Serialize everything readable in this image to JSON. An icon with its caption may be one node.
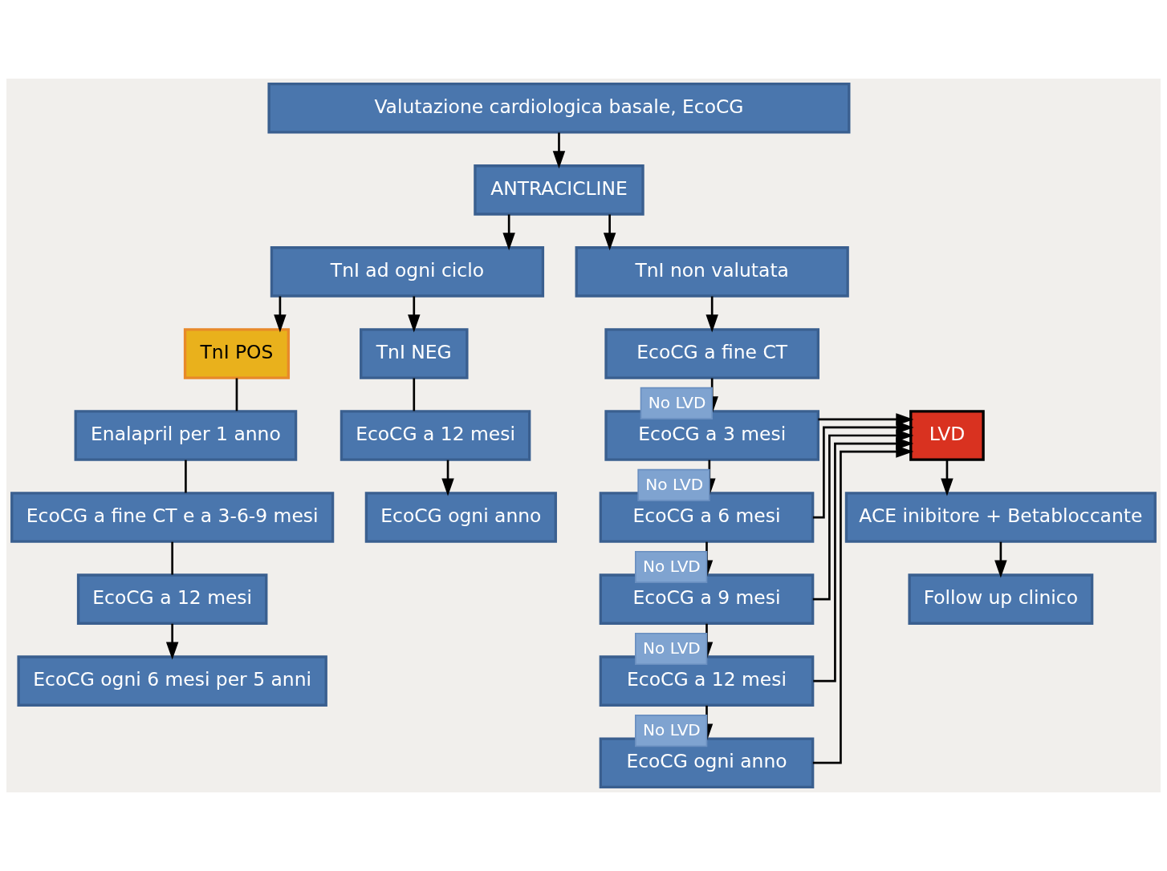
{
  "diagram": {
    "nodes": [
      {
        "text": [
          "Valutazione cardiologica basale, EcoCG"
        ]
      },
      {
        "text": [
          "ANTRACICLINE"
        ]
      },
      {
        "text": [
          "TnI ad ogni ciclo"
        ]
      },
      {
        "text": [
          "TnI non valutata"
        ]
      },
      {
        "text": [
          "TnI POS"
        ]
      },
      {
        "text": [
          "TnI NEG"
        ]
      },
      {
        "text": [
          "Enalapril per 1 anno"
        ]
      },
      {
        "text": [
          "EcoCG a fine CT e a 3-6-9 mesi"
        ]
      },
      {
        "text": [
          "EcoCG a 12 mesi"
        ]
      },
      {
        "text": [
          "EcoCG ogni 6 mesi per 5 anni"
        ]
      },
      {
        "text": [
          "EcoCG a 12 mesi"
        ]
      },
      {
        "text": [
          "EcoCG ogni anno"
        ]
      },
      {
        "text": [
          "EcoCG a fine CT"
        ]
      },
      {
        "text": [
          "LVD"
        ]
      },
      {
        "text": [
          "EcoCG a 3 mesi"
        ]
      },
      {
        "text": [
          "EcoCG a 6 mesi"
        ]
      },
      {
        "text": [
          "EcoCG a 9 mesi"
        ]
      },
      {
        "text": [
          "EcoCG a 12 mesi"
        ]
      },
      {
        "text": [
          "EcoCG ogni anno"
        ]
      },
      {
        "text": [
          "ACE inibitore + Betabloccante"
        ]
      },
      {
        "text": [
          "Follow up clinico"
        ]
      }
    ],
    "edges": [
      {
        "from": 0,
        "to": 1,
        "arrow": "to"
      },
      {
        "from": 1,
        "to": 2,
        "arrow": "to"
      },
      {
        "from": 1,
        "to": 3,
        "arrow": "to"
      },
      {
        "from": 2,
        "to": 4,
        "arrow": "to"
      },
      {
        "from": 2,
        "to": 5,
        "arrow": "to"
      },
      {
        "from": 4,
        "to": 6,
        "arrow": "none"
      },
      {
        "from": 6,
        "to": 7,
        "arrow": "none"
      },
      {
        "from": 7,
        "to": 8,
        "arrow": "none"
      },
      {
        "from": 8,
        "to": 9,
        "arrow": "to"
      },
      {
        "from": 5,
        "to": 10,
        "arrow": "none"
      },
      {
        "from": 10,
        "to": 11,
        "arrow": "to"
      },
      {
        "from": 3,
        "to": 12,
        "arrow": "to"
      },
      {
        "from": 12,
        "to": 14,
        "arrow": "to",
        "label": "No LVD"
      },
      {
        "from": 14,
        "to": 13,
        "arrow": "to"
      },
      {
        "from": 14,
        "to": 15,
        "arrow": "to",
        "label": "No LVD"
      },
      {
        "from": 15,
        "to": 16,
        "arrow": "to",
        "label": "No LVD"
      },
      {
        "from": 16,
        "to": 17,
        "arrow": "to",
        "label": "No LVD"
      },
      {
        "from": 17,
        "to": 18,
        "arrow": "to",
        "label": "No LVD"
      },
      {
        "from": 15,
        "to": 13,
        "arrow": "to"
      },
      {
        "from": 16,
        "to": 13,
        "arrow": "to"
      },
      {
        "from": 17,
        "to": 13,
        "arrow": "to"
      },
      {
        "from": 18,
        "to": 13,
        "arrow": "to"
      },
      {
        "from": 13,
        "to": 19,
        "arrow": "to"
      },
      {
        "from": 19,
        "to": 20,
        "arrow": "to"
      }
    ]
  }
}
